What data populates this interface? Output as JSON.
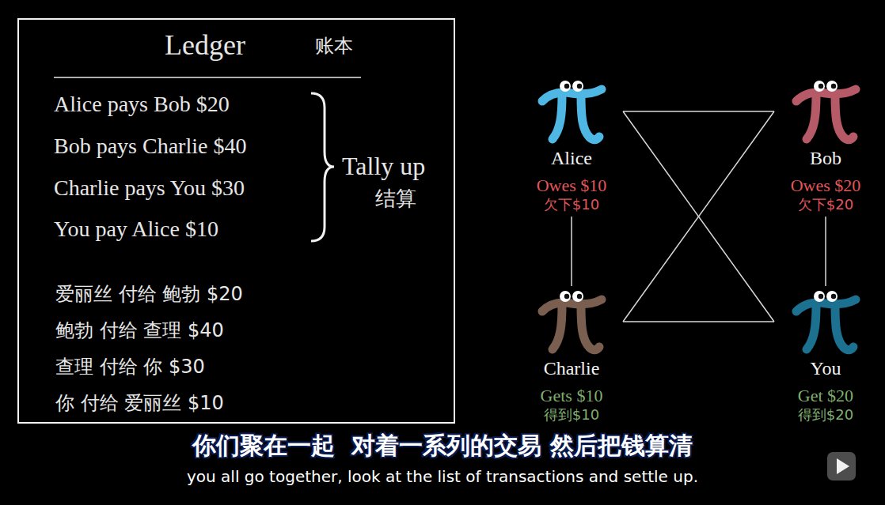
{
  "diagram": {
    "nodes": [
      {
        "text": [
          "Ledger",
          "账本",
          "Alice pays Bob $20",
          "Bob pays Charlie $40",
          "Charlie pays You $30",
          "You pay Alice $10",
          "Tally up",
          "结算",
          "爱丽丝 付给 鲍勃 $20",
          "鲍勃 付给 查理 $40",
          "查理 付给 你 $30",
          "你 付给 爱丽丝 $10"
        ]
      },
      {
        "text": [
          "Alice",
          "Owes $10",
          "欠下$10"
        ]
      },
      {
        "text": [
          "Bob",
          "Owes $20",
          "欠下$20"
        ]
      },
      {
        "text": [
          "Charlie",
          "Gets $10",
          "得到$10"
        ]
      },
      {
        "text": [
          "You",
          "Get $20",
          "得到$20"
        ]
      }
    ],
    "edges": [
      {
        "from": 1,
        "to": 2,
        "arrow": "none"
      },
      {
        "from": 1,
        "to": 3,
        "arrow": "none"
      },
      {
        "from": 1,
        "to": 4,
        "arrow": "none"
      },
      {
        "from": 2,
        "to": 3,
        "arrow": "none"
      },
      {
        "from": 2,
        "to": 4,
        "arrow": "none"
      },
      {
        "from": 3,
        "to": 4,
        "arrow": "none"
      }
    ],
    "labels": [
      "你们聚在一起  对着一系列的交易 然后把钱算清",
      "you all go together, look at the list of transactions and settle up."
    ]
  }
}
